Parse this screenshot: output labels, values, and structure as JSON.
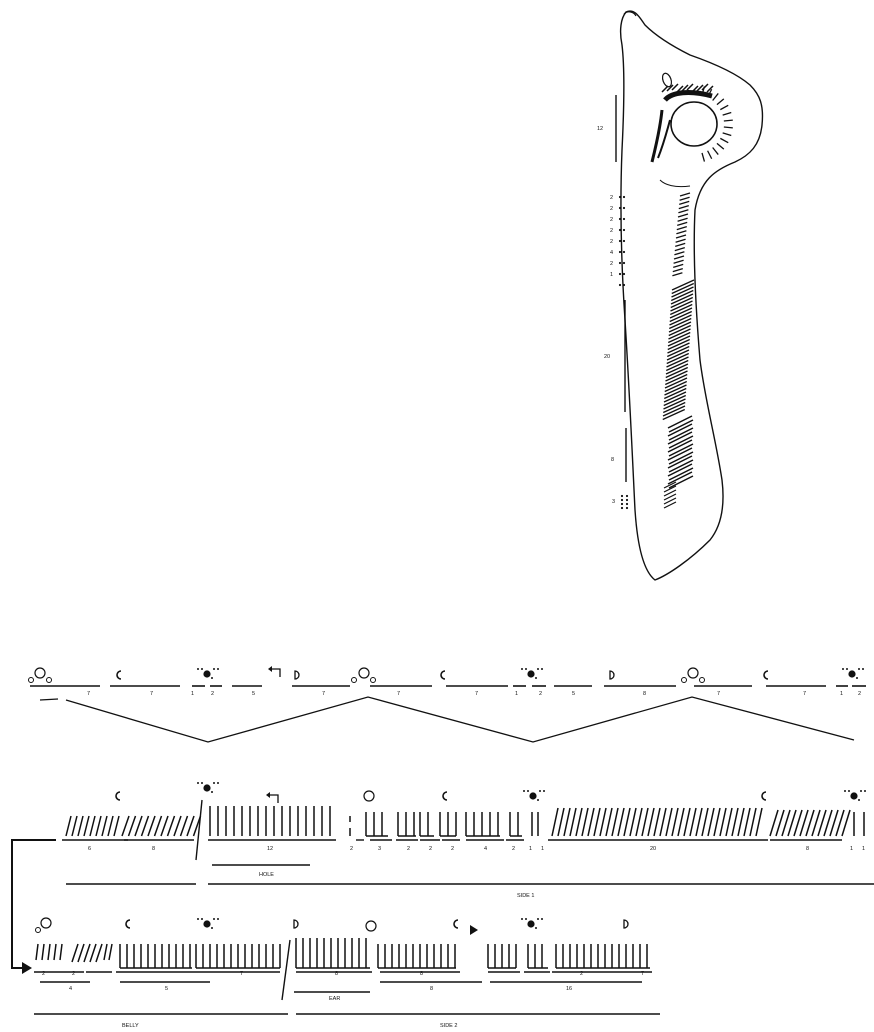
{
  "bone": {
    "scale_labels": [
      "12",
      "2",
      "2",
      "2",
      "2",
      "2",
      "4",
      "2",
      "1",
      "20",
      "8",
      "3"
    ]
  },
  "rows": {
    "row1": {
      "segment_counts": [
        "7",
        "7",
        "1",
        "2",
        "5",
        "7",
        "7",
        "7",
        "1",
        "2",
        "5",
        "8",
        "7",
        "7",
        "1",
        "2"
      ]
    },
    "row2": {
      "segment_counts": [
        "6",
        "8",
        "12",
        "2",
        "3",
        "2",
        "2",
        "2",
        "4",
        "2",
        "1",
        "1",
        "20",
        "8",
        "1",
        "1"
      ],
      "bracket_labels": [
        "HOLE",
        "SIDE 1"
      ]
    },
    "row3": {
      "segment_counts": [
        "2",
        "2",
        "4",
        "5",
        "7",
        "8",
        "8",
        "8",
        "16",
        "2",
        "7"
      ],
      "bracket_labels": [
        "EAR",
        "BELLY",
        "SIDE 2"
      ]
    }
  }
}
